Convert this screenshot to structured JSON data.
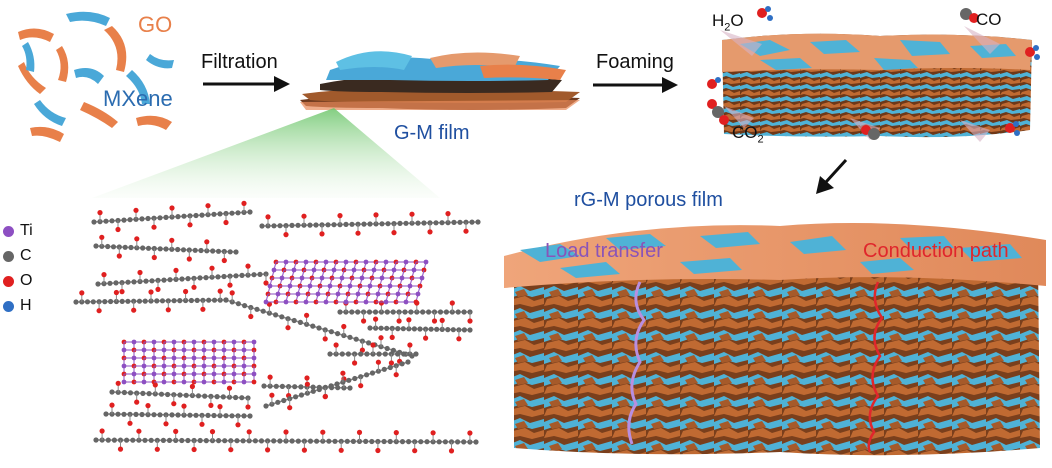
{
  "labels": {
    "go": "GO",
    "mxene": "MXene",
    "filtration": "Filtration",
    "foaming": "Foaming",
    "gm_film": "G-M film",
    "rgm_film": "rG-M porous film",
    "load_transfer": "Load transfer",
    "conduction_path": "Conduction path"
  },
  "gases": {
    "h2o_main": "H",
    "h2o_sub": "2",
    "h2o_tail": "O",
    "co": "CO",
    "co2_main": "CO",
    "co2_sub": "2"
  },
  "legend": [
    {
      "label": "Ti",
      "color": "#8d4fc2"
    },
    {
      "label": "C",
      "color": "#666666"
    },
    {
      "label": "O",
      "color": "#e02020"
    },
    {
      "label": "H",
      "color": "#2f6fc4"
    }
  ],
  "colors": {
    "go": "#e8804a",
    "mxene": "#4aa8d8",
    "orange_surface": "#e59a6d",
    "pore_brown": "#8a4a22",
    "mxene_blue": "#48b4d8",
    "load_path": "#b88fe0",
    "conduction": "#e0262c",
    "highlight_green": "#a8d9a0"
  }
}
